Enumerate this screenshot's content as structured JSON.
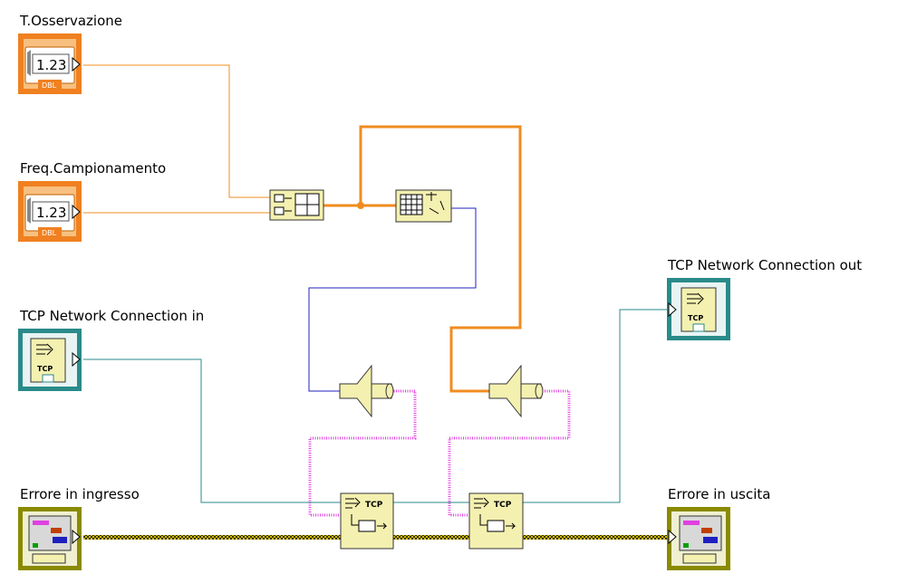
{
  "labels": {
    "t_osservazione": "T.Osservazione",
    "freq_campionamento": "Freq.Campionamento",
    "tcp_conn_in": "TCP Network Connection in",
    "tcp_conn_out": "TCP Network Connection out",
    "errore_ingresso": "Errore in ingresso",
    "errore_uscita": "Errore in uscita"
  },
  "terminals": {
    "numeric_text": "1.23",
    "numeric_type": "DBL",
    "tcp_text": "TCP"
  },
  "colors": {
    "orange_wire": "#f08c20",
    "blue_wire": "#2020c0",
    "teal_wire": "#2a8a8a",
    "pink_wire": "#e040e0",
    "error_wire": "#8a7a00",
    "node_fill": "#f4f0b0",
    "numeric_border": "#f08020",
    "tcp_border": "#2a8a8a",
    "error_border": "#8a8a00"
  }
}
